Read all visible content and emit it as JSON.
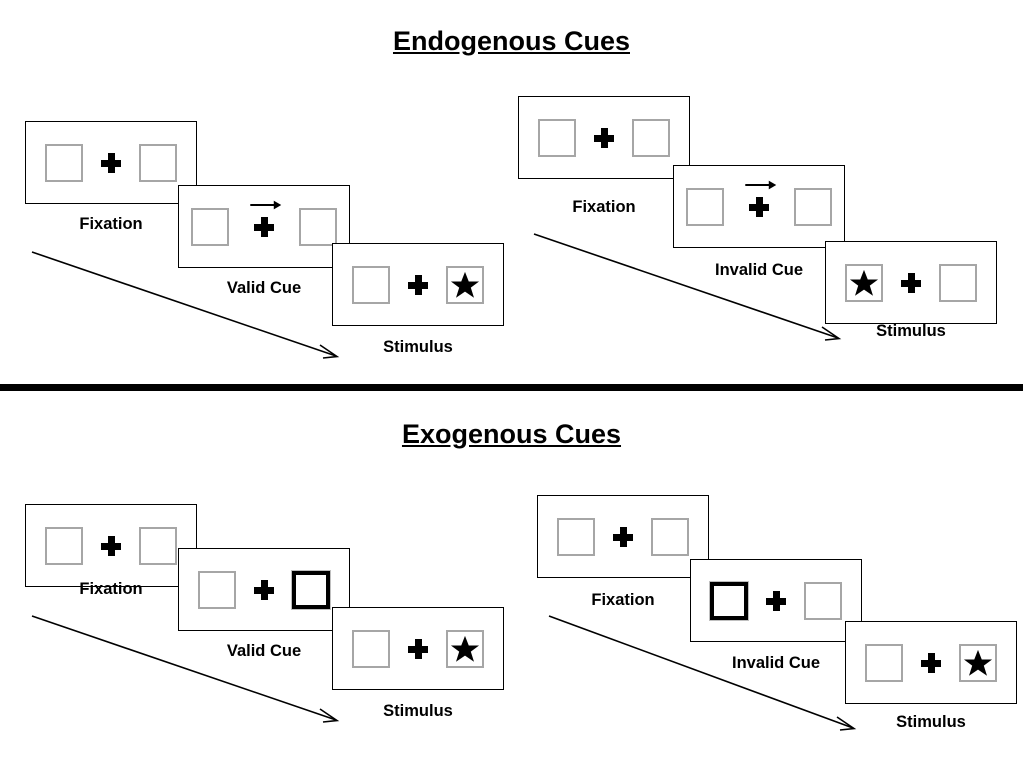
{
  "figure": {
    "title_endogenous": "Endogenous Cues",
    "title_exogenous": "Exogenous Cues",
    "divider": "section-divider"
  },
  "sections": [
    {
      "id": "endogenous",
      "title": "Endogenous Cues",
      "groups": [
        {
          "id": "endogenous-valid",
          "condition": "Valid",
          "frames": [
            {
              "caption": "Fixation",
              "left_box": "empty",
              "right_box": "empty",
              "center": "plus",
              "cue": "none"
            },
            {
              "caption": "Valid Cue",
              "left_box": "empty",
              "right_box": "empty",
              "center": "plus-arrow",
              "cue": "arrow-right"
            },
            {
              "caption": "Stimulus",
              "left_box": "empty",
              "right_box": "star",
              "center": "plus",
              "cue": "none"
            }
          ]
        },
        {
          "id": "endogenous-invalid",
          "condition": "Invalid",
          "frames": [
            {
              "caption": "Fixation",
              "left_box": "empty",
              "right_box": "empty",
              "center": "plus",
              "cue": "none"
            },
            {
              "caption": "Invalid Cue",
              "left_box": "empty",
              "right_box": "empty",
              "center": "plus-arrow",
              "cue": "arrow-right"
            },
            {
              "caption": "Stimulus",
              "left_box": "star",
              "right_box": "empty",
              "center": "plus",
              "cue": "none"
            }
          ]
        }
      ]
    },
    {
      "id": "exogenous",
      "title": "Exogenous Cues",
      "groups": [
        {
          "id": "exogenous-valid",
          "condition": "Valid",
          "frames": [
            {
              "caption": "Fixation",
              "left_box": "empty",
              "right_box": "empty",
              "center": "plus",
              "cue": "none"
            },
            {
              "caption": "Valid Cue",
              "left_box": "empty",
              "right_box": "cued",
              "center": "plus",
              "cue": "peripheral-right"
            },
            {
              "caption": "Stimulus",
              "left_box": "empty",
              "right_box": "star",
              "center": "plus",
              "cue": "none"
            }
          ]
        },
        {
          "id": "exogenous-invalid",
          "condition": "Invalid",
          "frames": [
            {
              "caption": "Fixation",
              "left_box": "empty",
              "right_box": "empty",
              "center": "plus",
              "cue": "none"
            },
            {
              "caption": "Invalid Cue",
              "left_box": "cued",
              "right_box": "empty",
              "center": "plus",
              "cue": "peripheral-left"
            },
            {
              "caption": "Stimulus",
              "left_box": "empty",
              "right_box": "star",
              "center": "plus",
              "cue": "none"
            }
          ]
        }
      ]
    }
  ],
  "labels": {
    "fixation": "Fixation",
    "valid_cue": "Valid Cue",
    "invalid_cue": "Invalid Cue",
    "stimulus": "Stimulus"
  },
  "colors": {
    "box_border": "#a6a6a6",
    "cued_box_border": "#000000",
    "panel_border": "#000000",
    "ink": "#000000",
    "background": "#ffffff"
  }
}
